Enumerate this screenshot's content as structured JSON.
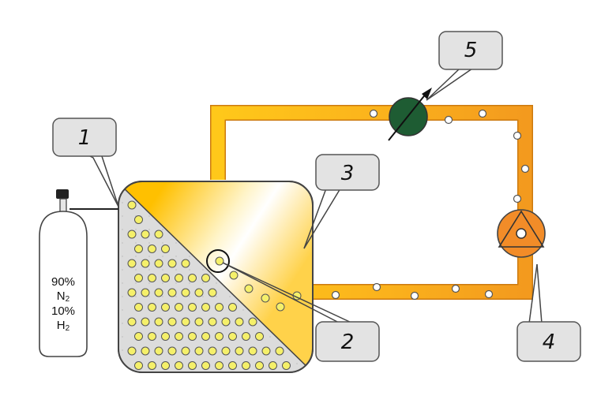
{
  "callouts": {
    "c1": "1",
    "c2": "2",
    "c3": "3",
    "c4": "4",
    "c5": "5"
  },
  "cylinder": {
    "line1": "90%",
    "line2": "N",
    "line2_sub": "2",
    "line3": "10%",
    "line4": "H",
    "line4_sub": "2"
  },
  "colors": {
    "orange": "#f5a623",
    "orange_dark": "#e08a10",
    "yellow": "#ffc81a",
    "valve_green": "#1e5c33",
    "pump_orange": "#f28c28",
    "callout_fill": "#e3e3e3",
    "bubble_yellow": "#f5f06a",
    "grid_grey": "#dcdcdc"
  },
  "icons": {
    "valve": "variable-valve-icon",
    "pump": "pump-icon",
    "cylinder": "gas-cylinder-icon"
  }
}
